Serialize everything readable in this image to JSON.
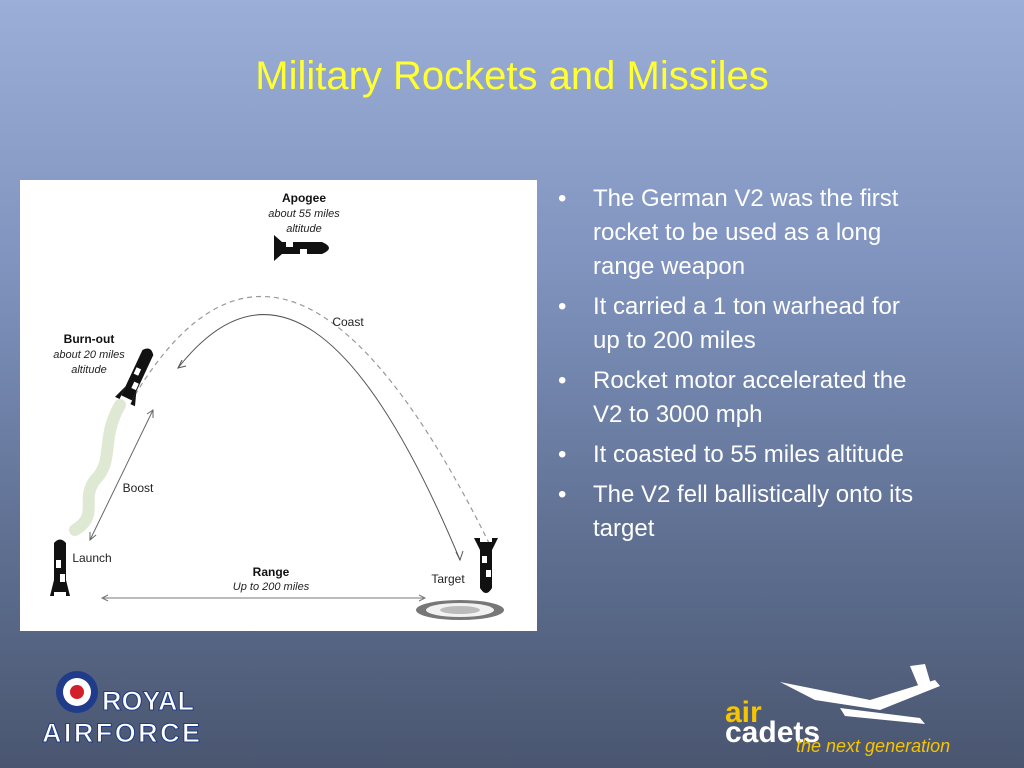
{
  "slide": {
    "title": "Military Rockets and Missiles"
  },
  "diagram": {
    "apogee_title": "Apogee",
    "apogee_sub1": "about 55 miles",
    "apogee_sub2": "altitude",
    "burnout_title": "Burn-out",
    "burnout_sub1": "about 20 miles",
    "burnout_sub2": "altitude",
    "coast": "Coast",
    "boost": "Boost",
    "launch": "Launch",
    "target": "Target",
    "range_title": "Range",
    "range_sub": "Up to 200 miles"
  },
  "bullets": [
    {
      "line1": "The German V2 was the first",
      "line2": "rocket to be used as a long",
      "line3": "range weapon"
    },
    {
      "line1": "It carried a 1 ton warhead for",
      "line2": "up to 200 miles"
    },
    {
      "line1": "Rocket motor accelerated the",
      "line2": "V2 to 3000 mph"
    },
    {
      "line1": "It coasted to 55 miles altitude"
    },
    {
      "line1": "The V2 fell ballistically onto its",
      "line2": "target"
    }
  ],
  "bullet_glyph": "•",
  "logos": {
    "raf_line1": "ROYAL",
    "raf_line2": "AIRFORCE",
    "aircadets_air": "air",
    "aircadets_cadets": "cadets",
    "aircadets_tagline": "the next generation"
  },
  "colors": {
    "title": "#ffff33",
    "raf_blue": "#1f3b8a",
    "raf_red": "#d21f2b",
    "aircadets_yellow": "#f6c400"
  }
}
